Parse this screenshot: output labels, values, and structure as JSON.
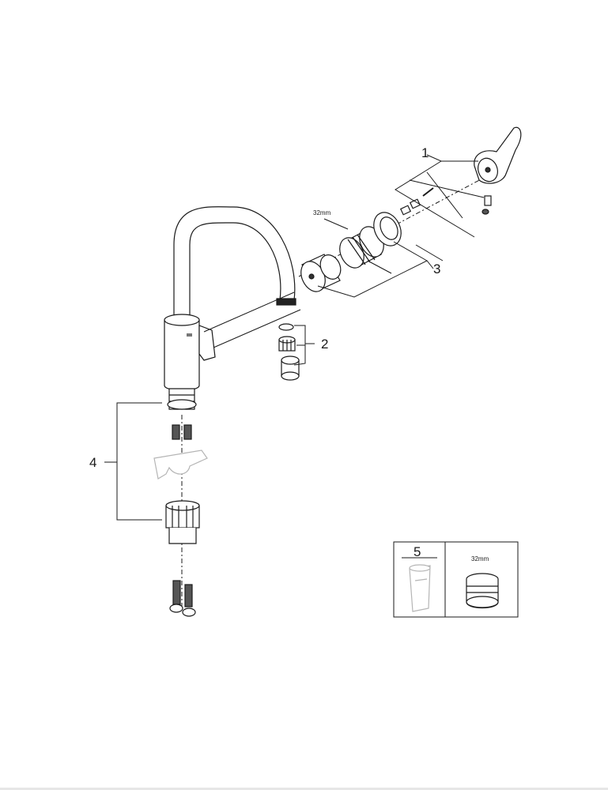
{
  "callouts": {
    "handle_set": "1",
    "aerator_set": "2",
    "cartridge_set": "3",
    "mounting_set": "4",
    "tool_set": "5"
  },
  "dimensions": {
    "cartridge_nut": "32mm",
    "tool_nut": "32mm"
  },
  "colors": {
    "line": "#1a1a1a",
    "ghost_part": "#b5b5b5",
    "fill": "#ffffff"
  }
}
